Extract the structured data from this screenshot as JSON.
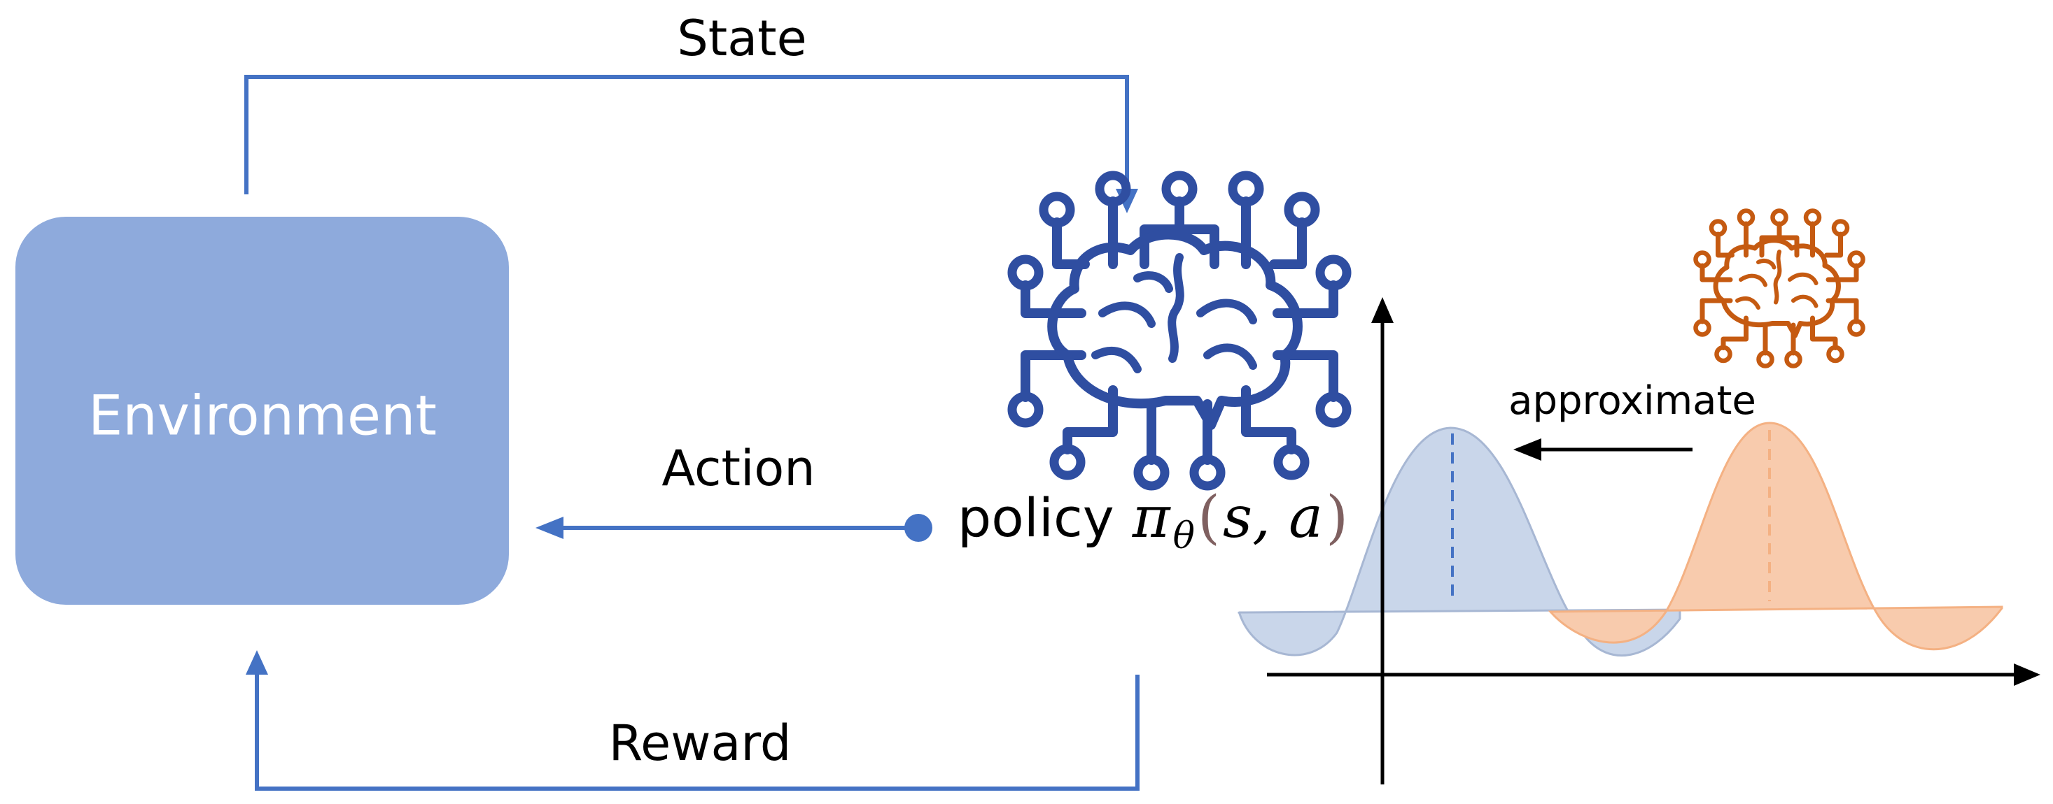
{
  "environment": {
    "label": "Environment"
  },
  "arrows": {
    "state_label": "State",
    "action_label": "Action",
    "reward_label": "Reward"
  },
  "policy": {
    "word": "policy",
    "symbol": "π",
    "subscript": "θ",
    "open_paren": "(",
    "args": "s, a",
    "close_paren": ")"
  },
  "approximation": {
    "label": "approximate"
  },
  "icons": {
    "agent_icon": "brain-circuit-icon",
    "target_icon": "brain-circuit-icon"
  },
  "colors": {
    "environment_fill": "#8eaadc",
    "environment_text": "#ffffff",
    "flow_line": "#4472c4",
    "agent_icon": "#2f4ea1",
    "target_icon": "#c55a11",
    "blue_curve_fill": "#c9d6ea",
    "orange_curve_fill": "#f8cbad",
    "axis": "#000000",
    "text": "#000000",
    "paren": "#7f6060"
  }
}
